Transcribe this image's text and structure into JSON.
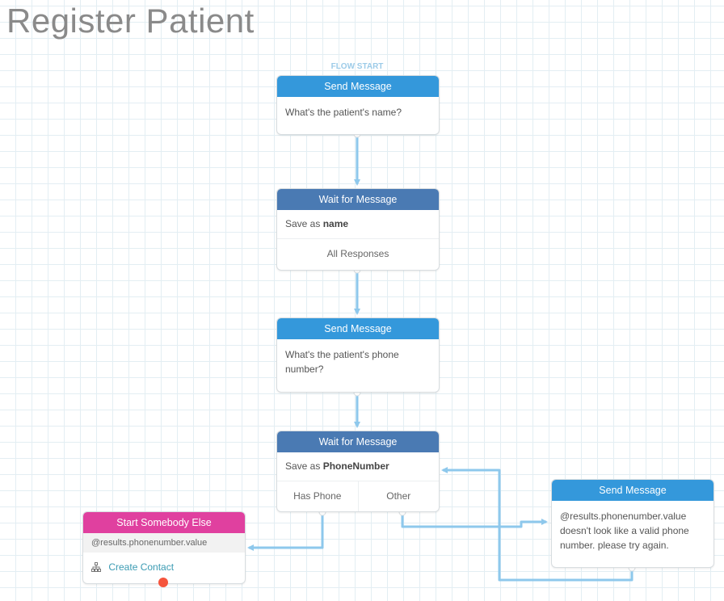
{
  "title": "Register Patient",
  "flow_start_label": "FLOW START",
  "nodes": {
    "send1": {
      "type": "Send Message",
      "text": "What's the patient's name?"
    },
    "wait1": {
      "type": "Wait for Message",
      "save_prefix": "Save as",
      "save_var": "name",
      "category": "All Responses"
    },
    "send2": {
      "type": "Send Message",
      "text": "What's the patient's phone number?"
    },
    "wait2": {
      "type": "Wait for Message",
      "save_prefix": "Save as",
      "save_var": "PhoneNumber",
      "categories": [
        "Has Phone",
        "Other"
      ]
    },
    "send3": {
      "type": "Send Message",
      "text": "@results.phonenumber.value doesn't look like a valid phone number. please try again."
    },
    "sub": {
      "type": "Start Somebody Else",
      "expression": "@results.phonenumber.value",
      "exit_label": "Create Contact"
    }
  },
  "colors": {
    "send_header": "#3498db",
    "wait_header": "#4a7ab3",
    "subflow_header": "#e0409f",
    "wire": "#8ec8ec",
    "exit_dot": "#f5553d"
  },
  "icons": {
    "exit": "sitemap-icon"
  }
}
